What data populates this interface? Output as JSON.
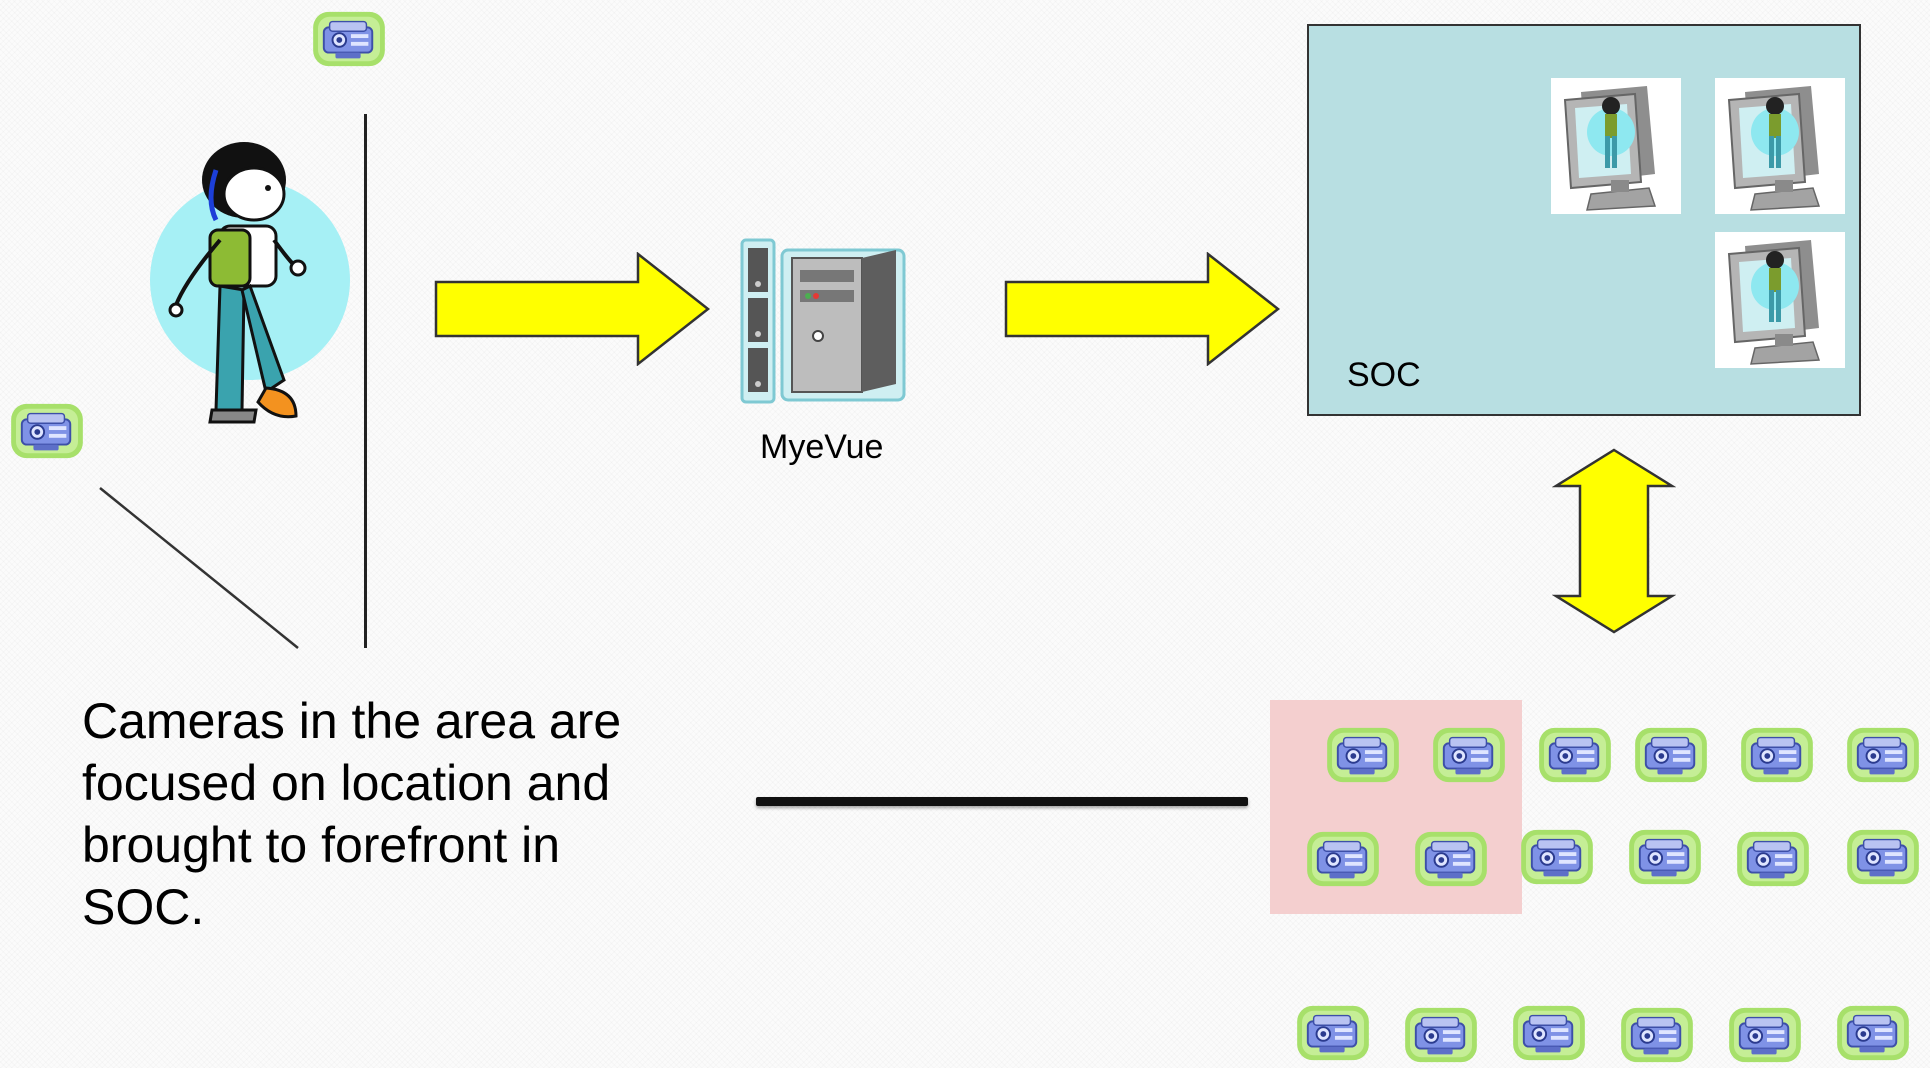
{
  "caption": "Cameras in the area are\nfocused on location and\nbrought to forefront in\nSOC.",
  "server": {
    "label": "MyeVue",
    "icon": "server-icon"
  },
  "soc": {
    "label": "SOC",
    "monitor_count": 3
  },
  "person": {
    "icon": "person-walking-icon"
  },
  "camera": {
    "icon": "security-camera-icon"
  },
  "colors": {
    "arrow": "#ffff00",
    "soc_panel": "#b8dfe2",
    "highlight": "#f4cfcf",
    "camera_frame": "#a7e06a",
    "person_halo": "#a6f0f5"
  }
}
